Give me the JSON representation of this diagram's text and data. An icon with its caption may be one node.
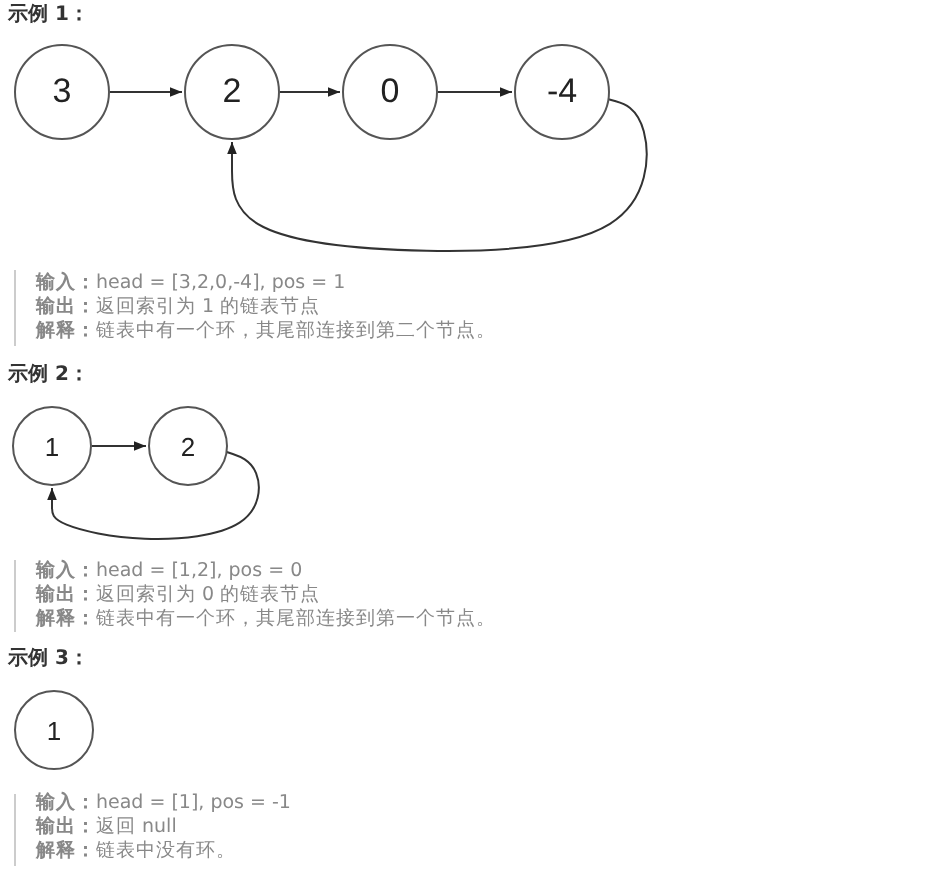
{
  "diagram": {
    "nodes": [
      {
        "text": [
          "3"
        ]
      },
      {
        "text": [
          "2"
        ]
      },
      {
        "text": [
          "0"
        ]
      },
      {
        "text": [
          "-4"
        ]
      },
      {
        "text": [
          "1"
        ]
      },
      {
        "text": [
          "2"
        ]
      },
      {
        "text": [
          "1"
        ]
      }
    ],
    "edges": [
      {
        "from": 0,
        "to": 1,
        "arrow": "to"
      },
      {
        "from": 1,
        "to": 2,
        "arrow": "to"
      },
      {
        "from": 2,
        "to": 3,
        "arrow": "to"
      },
      {
        "from": 3,
        "to": 1,
        "arrow": "to"
      },
      {
        "from": 4,
        "to": 5,
        "arrow": "to"
      },
      {
        "from": 5,
        "to": 4,
        "arrow": "to"
      }
    ],
    "labels": [
      "示例 1：",
      "**输入：**head = [3,2,0,-4], pos = 1",
      "**输出：**返回索引为 1 的链表节点",
      "**解释：**链表中有一个环，其尾部连接到第二个节点。",
      "示例 2：",
      "**输入：**head = [1,2], pos = 0",
      "**输出：**返回索引为 0 的链表节点",
      "**解释：**链表中有一个环，其尾部连接到第一个节点。",
      "示例 3：",
      "**输入：**head = [1], pos = -1",
      "**输出：**返回 null",
      "**解释：**链表中没有环。"
    ]
  }
}
